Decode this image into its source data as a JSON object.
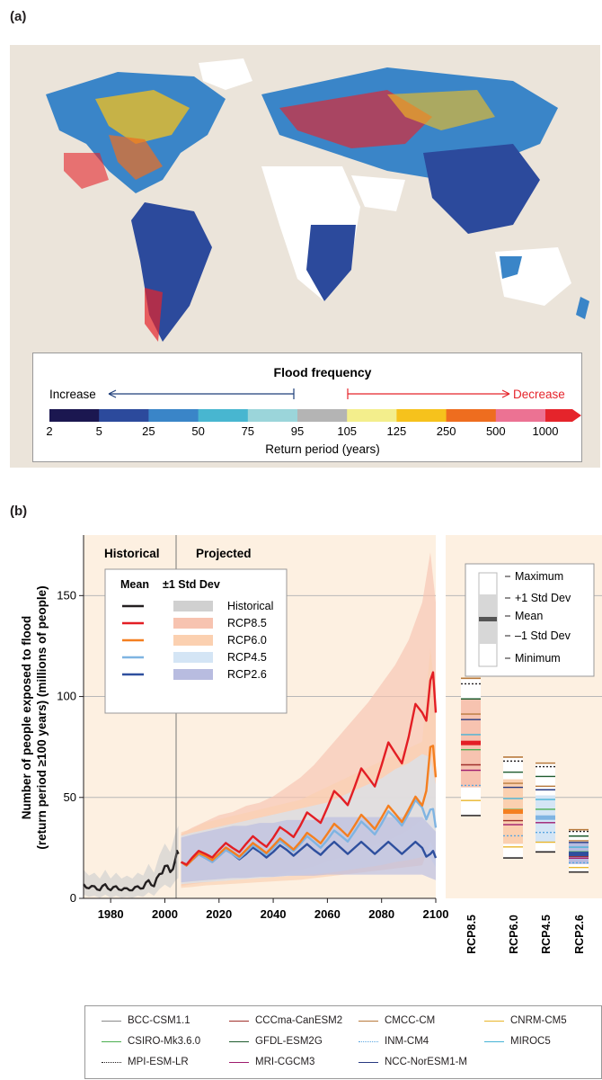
{
  "panel_a_label": "(a)",
  "panel_b_label": "(b)",
  "flood_legend": {
    "title": "Flood frequency",
    "increase_label": "Increase",
    "decrease_label": "Decrease",
    "xlabel": "Return period (years)",
    "ticks": [
      "2",
      "5",
      "25",
      "50",
      "75",
      "95",
      "105",
      "125",
      "250",
      "500",
      "1000"
    ],
    "colors": [
      "#1b1750",
      "#2c4a9c",
      "#3a85c8",
      "#48b6d0",
      "#9bd5da",
      "#b4b4b4",
      "#f3ee8c",
      "#f6c21c",
      "#ee6d1f",
      "#ec7293",
      "#e5242b"
    ],
    "increase_color": "#1f3f7a",
    "decrease_color": "#e5242b"
  },
  "chart_data": {
    "type": "line",
    "ylabel_line1": "Number of people exposed to flood",
    "ylabel_line2": "(return period ≥100 years) (millions of people)",
    "ylim": [
      0,
      180
    ],
    "xlim": [
      1970,
      2100
    ],
    "yticks": [
      "0",
      "50",
      "100",
      "150"
    ],
    "xticks": [
      "1980",
      "2000",
      "2020",
      "2040",
      "2060",
      "2080",
      "2100"
    ],
    "period_labels": [
      "Historical",
      "Projected"
    ],
    "legend_headers": [
      "Mean",
      "±1 Std Dev"
    ],
    "series": [
      {
        "name": "Historical",
        "color": "#231f20",
        "band_color": "#d0d0d0",
        "x": [
          1970,
          1972,
          1974,
          1976,
          1978,
          1980,
          1982,
          1984,
          1986,
          1988,
          1990,
          1992,
          1994,
          1996,
          1998,
          2000,
          2002,
          2004,
          2005
        ],
        "values": [
          7,
          5,
          6,
          4,
          7,
          4,
          6,
          4,
          5,
          4,
          6,
          5,
          9,
          6,
          12,
          16,
          13,
          20,
          22
        ]
      },
      {
        "name": "RCP8.5",
        "color": "#e31e24",
        "band_color": "#f7c3b0",
        "x": [
          2006,
          2010,
          2015,
          2020,
          2025,
          2030,
          2035,
          2040,
          2045,
          2050,
          2055,
          2060,
          2065,
          2070,
          2075,
          2080,
          2085,
          2090,
          2095,
          2098,
          2100
        ],
        "values": [
          18,
          20,
          22,
          24,
          25,
          27,
          28,
          30,
          33,
          36,
          40,
          45,
          50,
          55,
          60,
          66,
          72,
          80,
          92,
          108,
          92
        ]
      },
      {
        "name": "RCP6.0",
        "color": "#f47f20",
        "band_color": "#fbd0b0",
        "x": [
          2006,
          2010,
          2015,
          2020,
          2025,
          2030,
          2035,
          2040,
          2045,
          2050,
          2055,
          2060,
          2065,
          2070,
          2075,
          2080,
          2085,
          2090,
          2095,
          2098,
          2100
        ],
        "values": [
          18,
          19,
          21,
          22,
          23,
          24,
          25,
          26,
          27,
          28,
          30,
          32,
          34,
          36,
          38,
          40,
          42,
          44,
          46,
          75,
          60
        ]
      },
      {
        "name": "RCP4.5",
        "color": "#7fb4e2",
        "band_color": "#d4e5f5",
        "x": [
          2006,
          2010,
          2015,
          2020,
          2025,
          2030,
          2035,
          2040,
          2045,
          2050,
          2055,
          2060,
          2065,
          2070,
          2075,
          2080,
          2085,
          2090,
          2095,
          2098,
          2100
        ],
        "values": [
          18,
          19,
          20,
          21,
          22,
          23,
          24,
          25,
          26,
          27,
          28,
          29,
          31,
          33,
          35,
          37,
          40,
          42,
          45,
          44,
          35
        ]
      },
      {
        "name": "RCP2.6",
        "color": "#2e4f9e",
        "band_color": "#b8bce0",
        "x": [
          2006,
          2010,
          2015,
          2020,
          2025,
          2030,
          2035,
          2040,
          2045,
          2050,
          2055,
          2060,
          2065,
          2070,
          2075,
          2080,
          2085,
          2090,
          2095,
          2098,
          2100
        ],
        "values": [
          18,
          19,
          20,
          21,
          22,
          22,
          23,
          23,
          24,
          24,
          24,
          25,
          25,
          25,
          25,
          25,
          25,
          25,
          25,
          22,
          20
        ]
      }
    ],
    "legend_rows": [
      {
        "line": "—",
        "band": "Historical"
      },
      {
        "line": "—",
        "band": "RCP8.5"
      },
      {
        "line": "—",
        "band": "RCP6.0"
      },
      {
        "line": "—",
        "band": "RCP4.5"
      },
      {
        "line": "—",
        "band": "RCP2.6"
      }
    ],
    "box_legend_labels": [
      "Maximum",
      "+1 Std Dev",
      "Mean",
      "–1 Std Dev",
      "Minimum"
    ],
    "box_summary": [
      {
        "name": "RCP8.5",
        "min": 41,
        "minus_sd": 55,
        "mean": 77,
        "plus_sd": 99,
        "max": 109,
        "fill": "#f7c3b0",
        "mean_color": "#e31e24"
      },
      {
        "name": "RCP6.0",
        "min": 20,
        "minus_sd": 27,
        "mean": 43,
        "plus_sd": 59,
        "max": 70,
        "fill": "#fbd0b0",
        "mean_color": "#f47f20"
      },
      {
        "name": "RCP4.5",
        "min": 23,
        "minus_sd": 28,
        "mean": 40,
        "plus_sd": 51,
        "max": 67,
        "fill": "#d4e5f5",
        "mean_color": "#7fb4e2"
      },
      {
        "name": "RCP2.6",
        "min": 13,
        "minus_sd": 17,
        "mean": 22,
        "plus_sd": 28,
        "max": 34,
        "fill": "#b8bce0",
        "mean_color": "#2e4f9e"
      }
    ]
  },
  "models": [
    {
      "name": "BCC-CSM1.1",
      "color": "#8a8a8a",
      "dash": "solid"
    },
    {
      "name": "CCCma-CanESM2",
      "color": "#a0302c",
      "dash": "solid"
    },
    {
      "name": "CMCC-CM",
      "color": "#b87a3c",
      "dash": "solid"
    },
    {
      "name": "CNRM-CM5",
      "color": "#e8b52a",
      "dash": "solid"
    },
    {
      "name": "CSIRO-Mk3.6.0",
      "color": "#4caf50",
      "dash": "solid"
    },
    {
      "name": "GFDL-ESM2G",
      "color": "#1f5b2e",
      "dash": "solid"
    },
    {
      "name": "INM-CM4",
      "color": "#5aa6e0",
      "dash": "dotted"
    },
    {
      "name": "MIROC5",
      "color": "#47b3d6",
      "dash": "solid"
    },
    {
      "name": "MPI-ESM-LR",
      "color": "#231f20",
      "dash": "dotted"
    },
    {
      "name": "MRI-CGCM3",
      "color": "#9e1b6e",
      "dash": "solid"
    },
    {
      "name": "NCC-NorESM1-M",
      "color": "#283a80",
      "dash": "solid"
    }
  ]
}
